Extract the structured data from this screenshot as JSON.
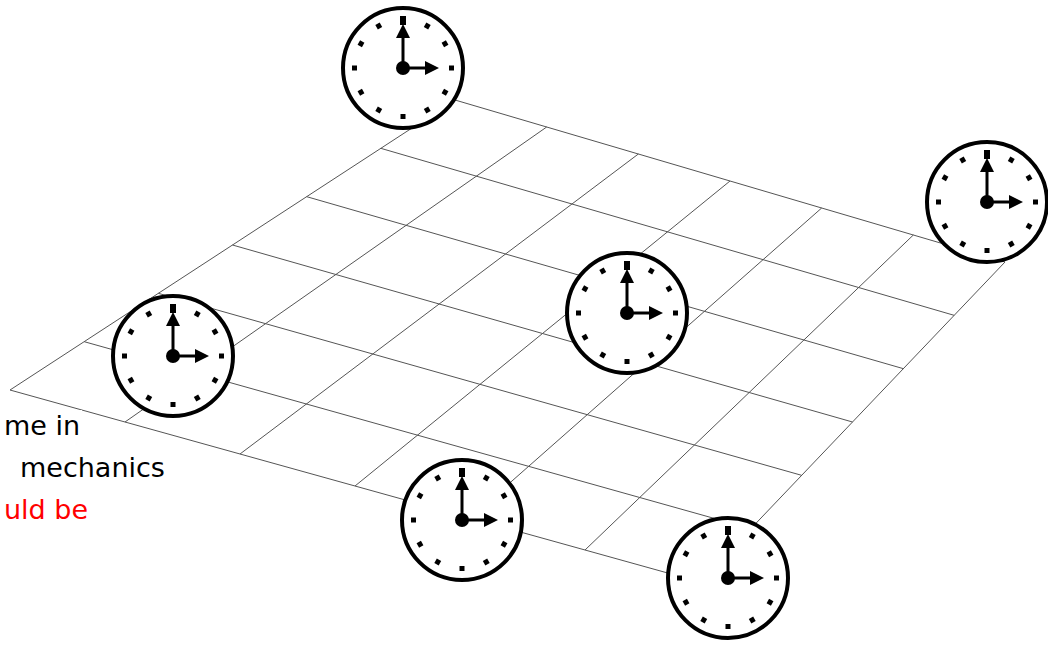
{
  "diagram": {
    "labels": [
      "me in",
      "mechanics",
      "uld be"
    ]
  }
}
